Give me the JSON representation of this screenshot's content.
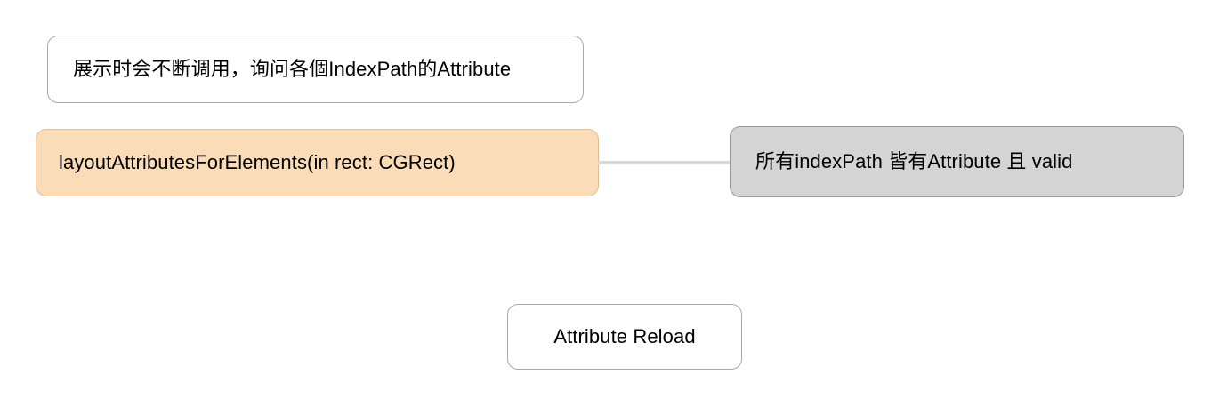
{
  "diagram": {
    "type": "flow-diagram",
    "background_color": "#ffffff",
    "nodes": [
      {
        "id": "prompt",
        "label": "展示时会不断调用，询问各個IndexPath的Attribute",
        "style": "plain",
        "fill_color": "#ffffff",
        "border_color": "#a8a8a8",
        "text_color": "#000000"
      },
      {
        "id": "method",
        "label": "layoutAttributesForElements(in rect: CGRect)",
        "style": "orange",
        "fill_color": "#fadcb9",
        "border_color": "#e3be94",
        "text_color": "#000000"
      },
      {
        "id": "state",
        "label": "所有indexPath 皆有Attribute 且 valid",
        "style": "gray",
        "fill_color": "#d4d4d4",
        "border_color": "#979797",
        "text_color": "#000000"
      },
      {
        "id": "reload",
        "label": "Attribute Reload",
        "style": "plain",
        "fill_color": "#ffffff",
        "border_color": "#a8a8a8",
        "text_color": "#000000"
      }
    ],
    "connectors": [
      {
        "id": "method-state",
        "from": "method",
        "to": "state",
        "label": "",
        "color": "#d9d9d9",
        "arrowhead": "none"
      }
    ]
  }
}
